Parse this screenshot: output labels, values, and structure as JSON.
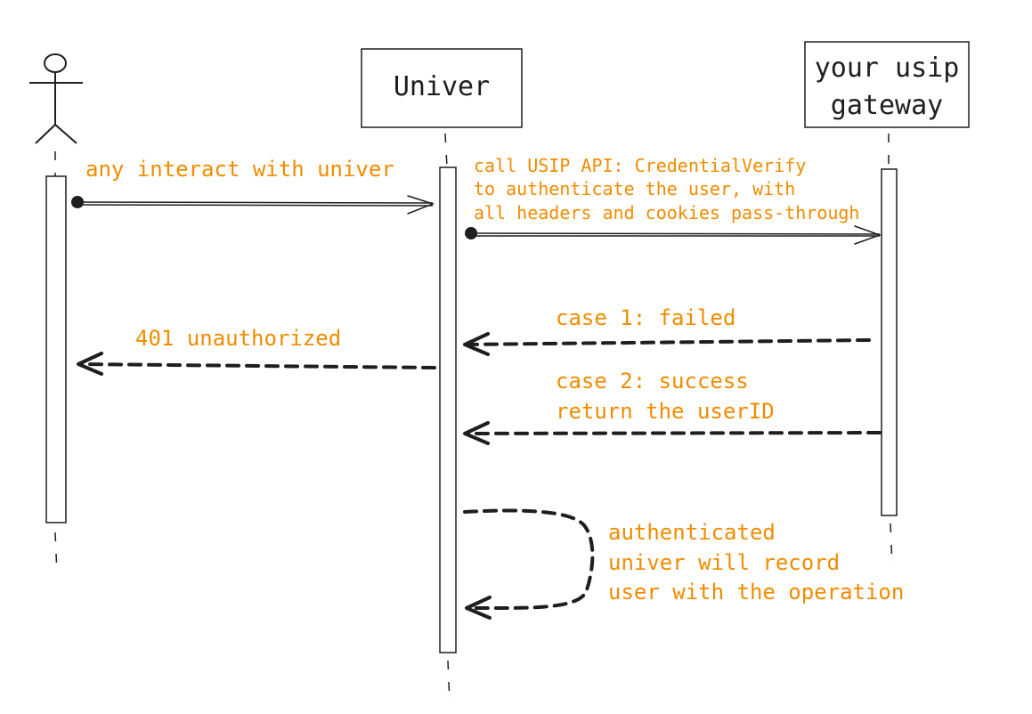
{
  "participants": {
    "actor": {
      "label": ""
    },
    "univer": {
      "label": "Univer"
    },
    "gateway": {
      "line1": "your usip",
      "line2": "gateway"
    }
  },
  "messages": {
    "interact": "any interact with univer",
    "credential_verify": {
      "line1": "call USIP API: CredentialVerify",
      "line2": "to authenticate the user, with",
      "line3": "all headers and cookies pass-through"
    },
    "case_failed": "case 1: failed",
    "unauthorized": "401 unauthorized",
    "case_success": {
      "line1": "case 2: success",
      "line2": "return the userID"
    },
    "self_note": {
      "line1": "authenticated",
      "line2": "univer will record",
      "line3": "user with the operation"
    }
  },
  "colors": {
    "ink": "#1e1e1e",
    "label": "#f08c00",
    "background": "#ffffff"
  }
}
